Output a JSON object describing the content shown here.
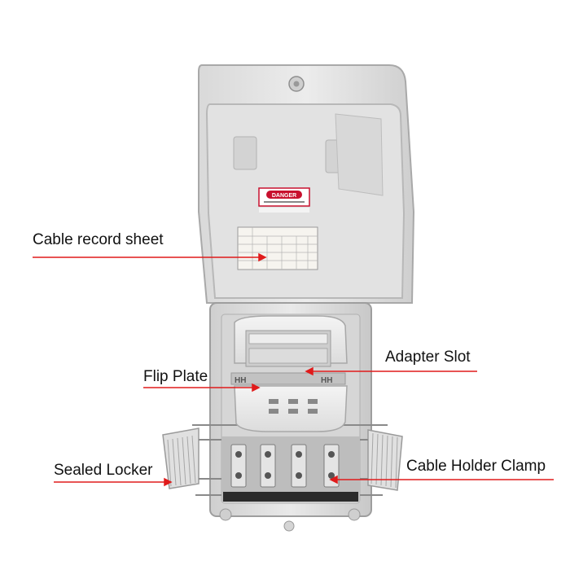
{
  "labels": {
    "cable_record_sheet": "Cable record sheet",
    "flip_plate": "Flip Plate",
    "adapter_slot": "Adapter Slot",
    "sealed_locker": "Sealed Locker",
    "cable_holder_clamp": "Cable Holder Clamp"
  },
  "lid": {
    "danger_sign": "DANGER"
  },
  "colors": {
    "enclosure": "#e6e6e6",
    "enclosure_shadow": "#bdbdbd",
    "callout_line": "#e01b1b",
    "danger_red": "#c8102e",
    "dark_interior": "#2b2b2b"
  }
}
